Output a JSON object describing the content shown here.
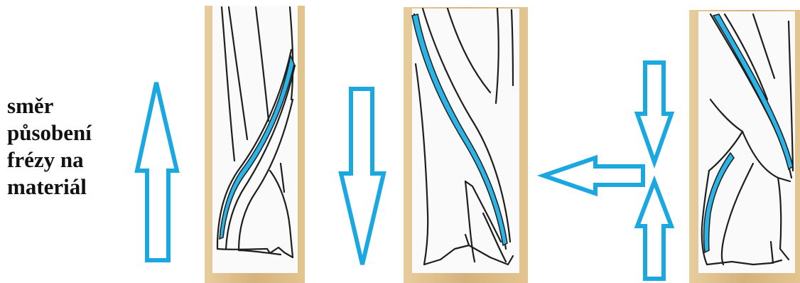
{
  "caption": {
    "lines": [
      "směr",
      "působení",
      "frézy na",
      "materiál"
    ]
  },
  "colors": {
    "arrow": "#1BA7E0",
    "flute": "#2CB4E6",
    "wood": "#D8B886",
    "wood_light": "#EAD3A8",
    "paper": "#FAFAFA",
    "ink": "#1E1E1E"
  },
  "panels": [
    {
      "name": "upcut-bit",
      "arrow": "up-arrow"
    },
    {
      "name": "downcut-bit",
      "arrow": "down-arrow"
    },
    {
      "name": "compression-bit",
      "arrow": "compression-arrows"
    }
  ]
}
